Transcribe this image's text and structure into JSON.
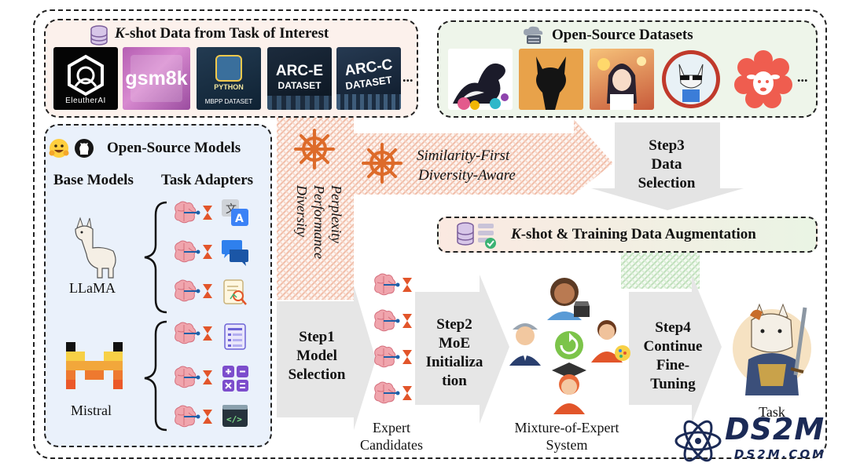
{
  "kshot_panel": {
    "title_k": "K",
    "title_rest": "-shot Data from Task of Interest",
    "thumbnails": [
      {
        "label": "EleutherAI"
      },
      {
        "label": "gsm8k"
      },
      {
        "label": "PYTHON",
        "sublabel": "MBPP DATASET"
      },
      {
        "label": "ARC-E",
        "sublabel": "DATASET"
      },
      {
        "label": "ARC-C",
        "sublabel": "DATASET"
      }
    ],
    "more": "..."
  },
  "datasets_panel": {
    "title": "Open-Source Datasets",
    "more": "..."
  },
  "models_panel": {
    "title": "Open-Source Models",
    "base_models_label": "Base Models",
    "task_adapters_label": "Task Adapters",
    "models": [
      {
        "name": "LLaMA"
      },
      {
        "name": "Mistral"
      }
    ]
  },
  "selection_criteria": {
    "model_criteria": [
      "Perplexity",
      "Performance",
      "Diversity"
    ],
    "data_criteria": [
      "Similarity-First",
      "Diversity-Aware"
    ]
  },
  "augmentation": {
    "title_k": "K",
    "title_rest": "-shot & Training Data Augmentation"
  },
  "steps": {
    "step1": [
      "Step1",
      "Model",
      "Selection"
    ],
    "step2": [
      "Step2",
      "MoE",
      "Initializa",
      "tion"
    ],
    "step3": [
      "Step3",
      "Data",
      "Selection"
    ],
    "step4": [
      "Step4",
      "Continue",
      "Fine-",
      "Tuning"
    ]
  },
  "captions": {
    "expert_candidates": [
      "Expert",
      "Candidates"
    ],
    "moe_system": [
      "Mixture-of-Expert",
      "System"
    ],
    "task": "Task"
  },
  "watermark": {
    "logo": "DS2M",
    "url": "DS2M.COM"
  },
  "colors": {
    "panel_fill": "#fcf1ec",
    "panel_fill_green": "#eef5ea",
    "arrow_gray": "#e3e3e3",
    "hatch_orange": "#f4c7b4",
    "hatch_green": "#c7e6c3",
    "wheel": "#dd6b2a",
    "navy": "#1b2a56"
  }
}
